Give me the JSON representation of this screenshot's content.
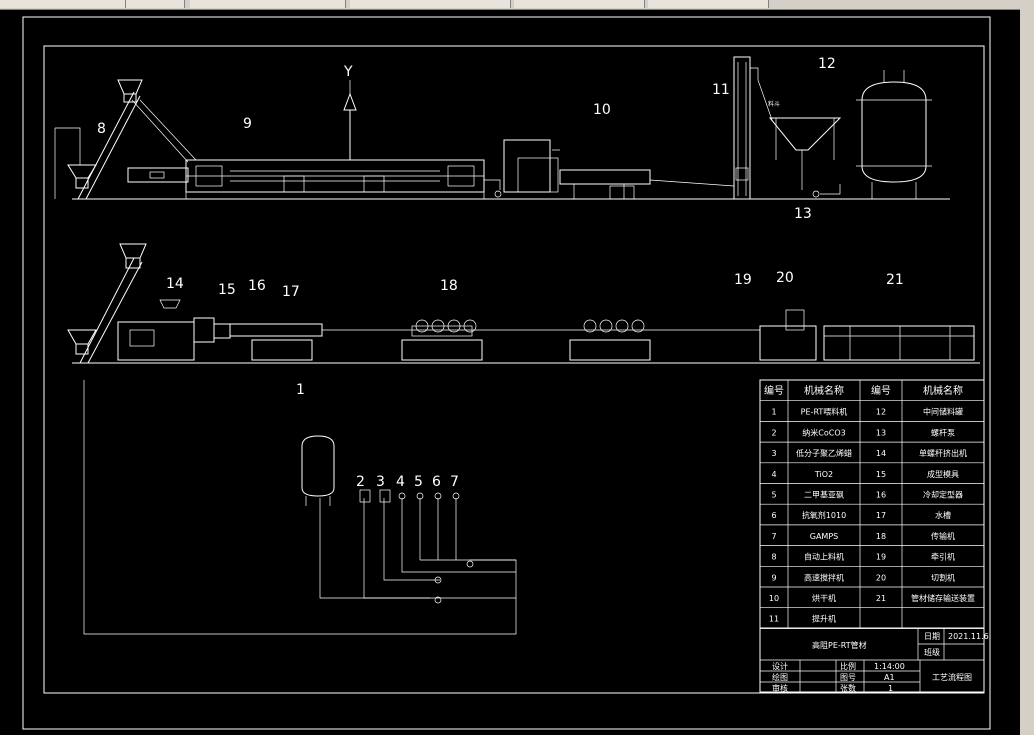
{
  "window": {
    "toolbar_items": [
      "",
      "",
      "",
      ""
    ]
  },
  "callouts": {
    "line1": [
      "8",
      "9",
      "10",
      "11",
      "12",
      "13"
    ],
    "line2": [
      "14",
      "15",
      "16",
      "17",
      "18",
      "19",
      "20",
      "21"
    ],
    "line3": [
      "1",
      "2",
      "3",
      "4",
      "5",
      "6",
      "7"
    ],
    "arrow_label": "Y"
  },
  "table": {
    "headers": [
      "编号",
      "机械名称",
      "编号",
      "机械名称"
    ],
    "rows": [
      {
        "n1": "1",
        "m1": "PE-RT喂料机",
        "n2": "12",
        "m2": "中间储料罐"
      },
      {
        "n1": "2",
        "m1": "纳米CoCO3",
        "n2": "13",
        "m2": "螺杆泵"
      },
      {
        "n1": "3",
        "m1": "低分子聚乙烯蜡",
        "n2": "14",
        "m2": "单螺杆挤出机"
      },
      {
        "n1": "4",
        "m1": "TiO2",
        "n2": "15",
        "m2": "成型模具"
      },
      {
        "n1": "5",
        "m1": "二甲基亚砜",
        "n2": "16",
        "m2": "冷却定型器"
      },
      {
        "n1": "6",
        "m1": "抗氧剂1010",
        "n2": "17",
        "m2": "水槽"
      },
      {
        "n1": "7",
        "m1": "GAMPS",
        "n2": "18",
        "m2": "传输机"
      },
      {
        "n1": "8",
        "m1": "自动上料机",
        "n2": "19",
        "m2": "牵引机"
      },
      {
        "n1": "9",
        "m1": "高速搅拌机",
        "n2": "20",
        "m2": "切割机"
      },
      {
        "n1": "10",
        "m1": "烘干机",
        "n2": "21",
        "m2": "管材储存输送装置"
      },
      {
        "n1": "11",
        "m1": "提升机",
        "n2": "",
        "m2": ""
      }
    ]
  },
  "title_block": {
    "product": "高阻PE-RT管材",
    "date_label": "日期",
    "date_value": "2021.11.6",
    "class_label": "班级",
    "design": "设计",
    "drawing": "绘图",
    "review": "审核",
    "scale_label": "比例",
    "scale_value": "1:14:00",
    "sheet_no_label": "图号",
    "sheet_no_value": "A1",
    "sheets_label": "张数",
    "sheets_value": "1",
    "drawing_name": "工艺流程图"
  },
  "small_label_tank": "料斗"
}
